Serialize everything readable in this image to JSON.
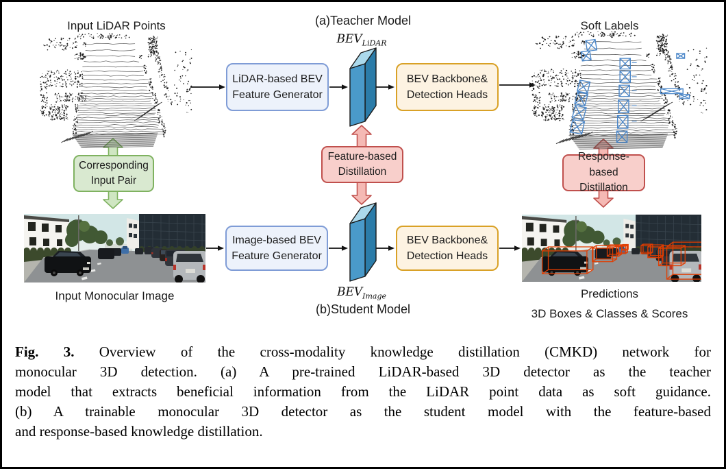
{
  "colors": {
    "accent_blue_fill": "#edf2fb",
    "accent_blue_border": "#7f9cd6",
    "accent_orange_fill": "#fdf3e2",
    "accent_orange_border": "#d9a126",
    "accent_green_fill": "#d9e9d0",
    "accent_green_border": "#7fb260",
    "green_arrow_fill": "#cfe6c2",
    "accent_pink_fill": "#f8cfcb",
    "accent_pink_border": "#c0504d",
    "pink_arrow_fill": "#f5b9b4",
    "slab_front": "#4a9aca",
    "slab_top": "#abd9ec",
    "slab_side": "#2b7ca9",
    "prediction_box": "#e23d00",
    "soft_label_box": "#4a86c8",
    "arrow_black": "#111111"
  },
  "teacher": {
    "section_label": "(a)Teacher Model",
    "input_label": "Input LiDAR Points",
    "bev_base": "BEV",
    "bev_sub": "LiDAR",
    "feature_generator_line1": "LiDAR-based BEV",
    "feature_generator_line2": "Feature Generator",
    "backbone_line1": "BEV Backbone&",
    "backbone_line2": "Detection Heads",
    "output_label": "Soft Labels"
  },
  "student": {
    "section_label": "(b)Student Model",
    "input_label": "Input Monocular Image",
    "bev_base": "BEV",
    "bev_sub": "Image",
    "feature_generator_line1": "Image-based BEV",
    "feature_generator_line2": "Feature Generator",
    "backbone_line1": "BEV Backbone&",
    "backbone_line2": "Detection Heads",
    "output_label_line1": "Predictions",
    "output_label_line2": "3D Boxes & Classes & Scores"
  },
  "connectors": {
    "input_pair_line1": "Corresponding",
    "input_pair_line2": "Input Pair",
    "feature_line1": "Feature-based",
    "feature_line2": "Distillation",
    "response_line1": "Response-based",
    "response_line2": "Distillation"
  },
  "caption": {
    "tag": "Fig. 3.",
    "line1": "Overview of the cross-modality knowledge distillation (CMKD) network for",
    "line2": "monocular 3D detection. (a) A pre-trained LiDAR-based 3D detector as the teacher",
    "line3": "model that extracts beneficial information from the LiDAR point data as soft guidance.",
    "line4": "(b) A trainable monocular 3D detector as the student model with the feature-based",
    "line5": "and response-based knowledge distillation."
  }
}
